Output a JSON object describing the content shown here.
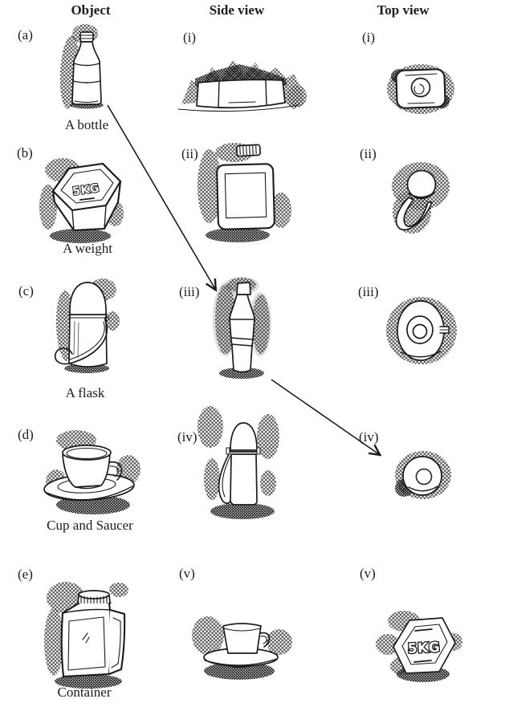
{
  "figure": {
    "columns": [
      {
        "label": "Object"
      },
      {
        "label": "Side view"
      },
      {
        "label": "Top view"
      }
    ]
  },
  "objects": [
    {
      "key": "(a)",
      "label": "A bottle",
      "icon": "bottle-sketch"
    },
    {
      "key": "(b)",
      "label": "A weight",
      "icon": "weight-sketch"
    },
    {
      "key": "(c)",
      "label": "A flask",
      "icon": "flask-sketch"
    },
    {
      "key": "(d)",
      "label": "Cup and Saucer",
      "icon": "cup-saucer-sketch"
    },
    {
      "key": "(e)",
      "label": "Container",
      "icon": "container-sketch"
    }
  ],
  "side_views": [
    {
      "key": "(i)",
      "icon": "weight-side-view-sketch"
    },
    {
      "key": "(ii)",
      "icon": "container-side-view-sketch"
    },
    {
      "key": "(iii)",
      "icon": "bottle-side-view-sketch"
    },
    {
      "key": "(iv)",
      "icon": "flask-side-view-sketch"
    },
    {
      "key": "(v)",
      "icon": "cup-saucer-side-view-sketch"
    }
  ],
  "top_views": [
    {
      "key": "(i)",
      "icon": "container-top-view-sketch"
    },
    {
      "key": "(ii)",
      "icon": "flask-top-view-sketch"
    },
    {
      "key": "(iii)",
      "icon": "cup-saucer-top-view-sketch"
    },
    {
      "key": "(iv)",
      "icon": "bottle-top-view-sketch"
    },
    {
      "key": "(v)",
      "icon": "weight-top-view-sketch"
    }
  ],
  "sketch_text": {
    "weight_marking": "5KG"
  },
  "arrows": [
    {
      "from": "object-a-bottle",
      "to": "side-view-iii"
    },
    {
      "from": "side-view-iii",
      "to": "top-view-iv"
    }
  ],
  "colors": {
    "ink": "#1b1b1b",
    "paper": "#ffffff"
  }
}
